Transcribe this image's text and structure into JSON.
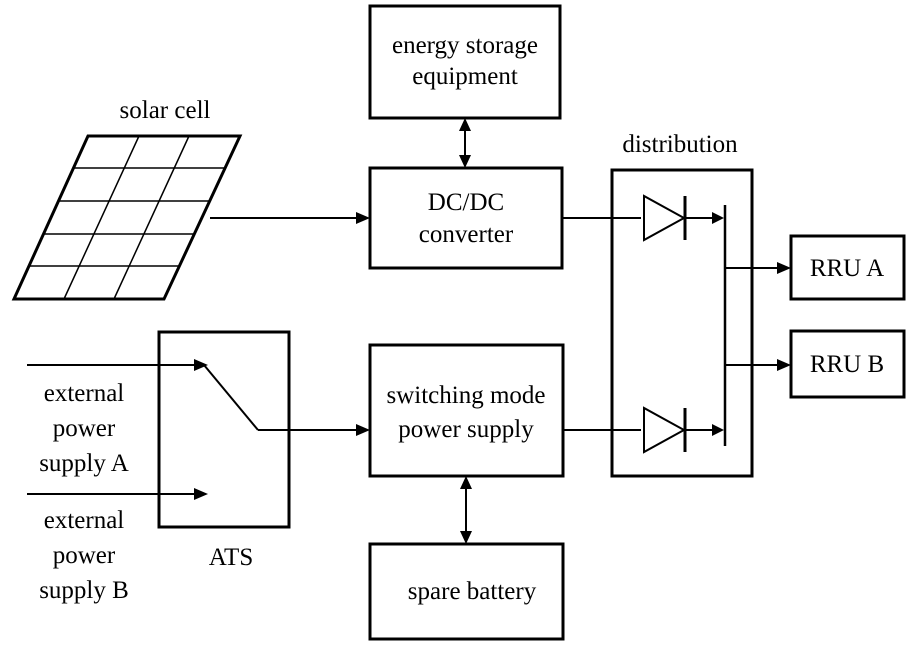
{
  "labels": {
    "solar_cell": "solar cell",
    "energy_storage_line1": "energy storage",
    "energy_storage_line2": "equipment",
    "dcdc_line1": "DC/DC",
    "dcdc_line2": "converter",
    "distribution": "distribution",
    "rru_a": "RRU A",
    "rru_b": "RRU B",
    "smps_line1": "switching mode",
    "smps_line2": "power supply",
    "ats": "ATS",
    "spare_battery": "spare battery",
    "ext_a_line1": "external",
    "ext_a_line2": "power",
    "ext_a_line3": "supply A",
    "ext_b_line1": "external",
    "ext_b_line2": "power",
    "ext_b_line3": "supply B"
  },
  "icons": [
    "solar-panel-icon",
    "diode-icon",
    "switch-icon"
  ]
}
